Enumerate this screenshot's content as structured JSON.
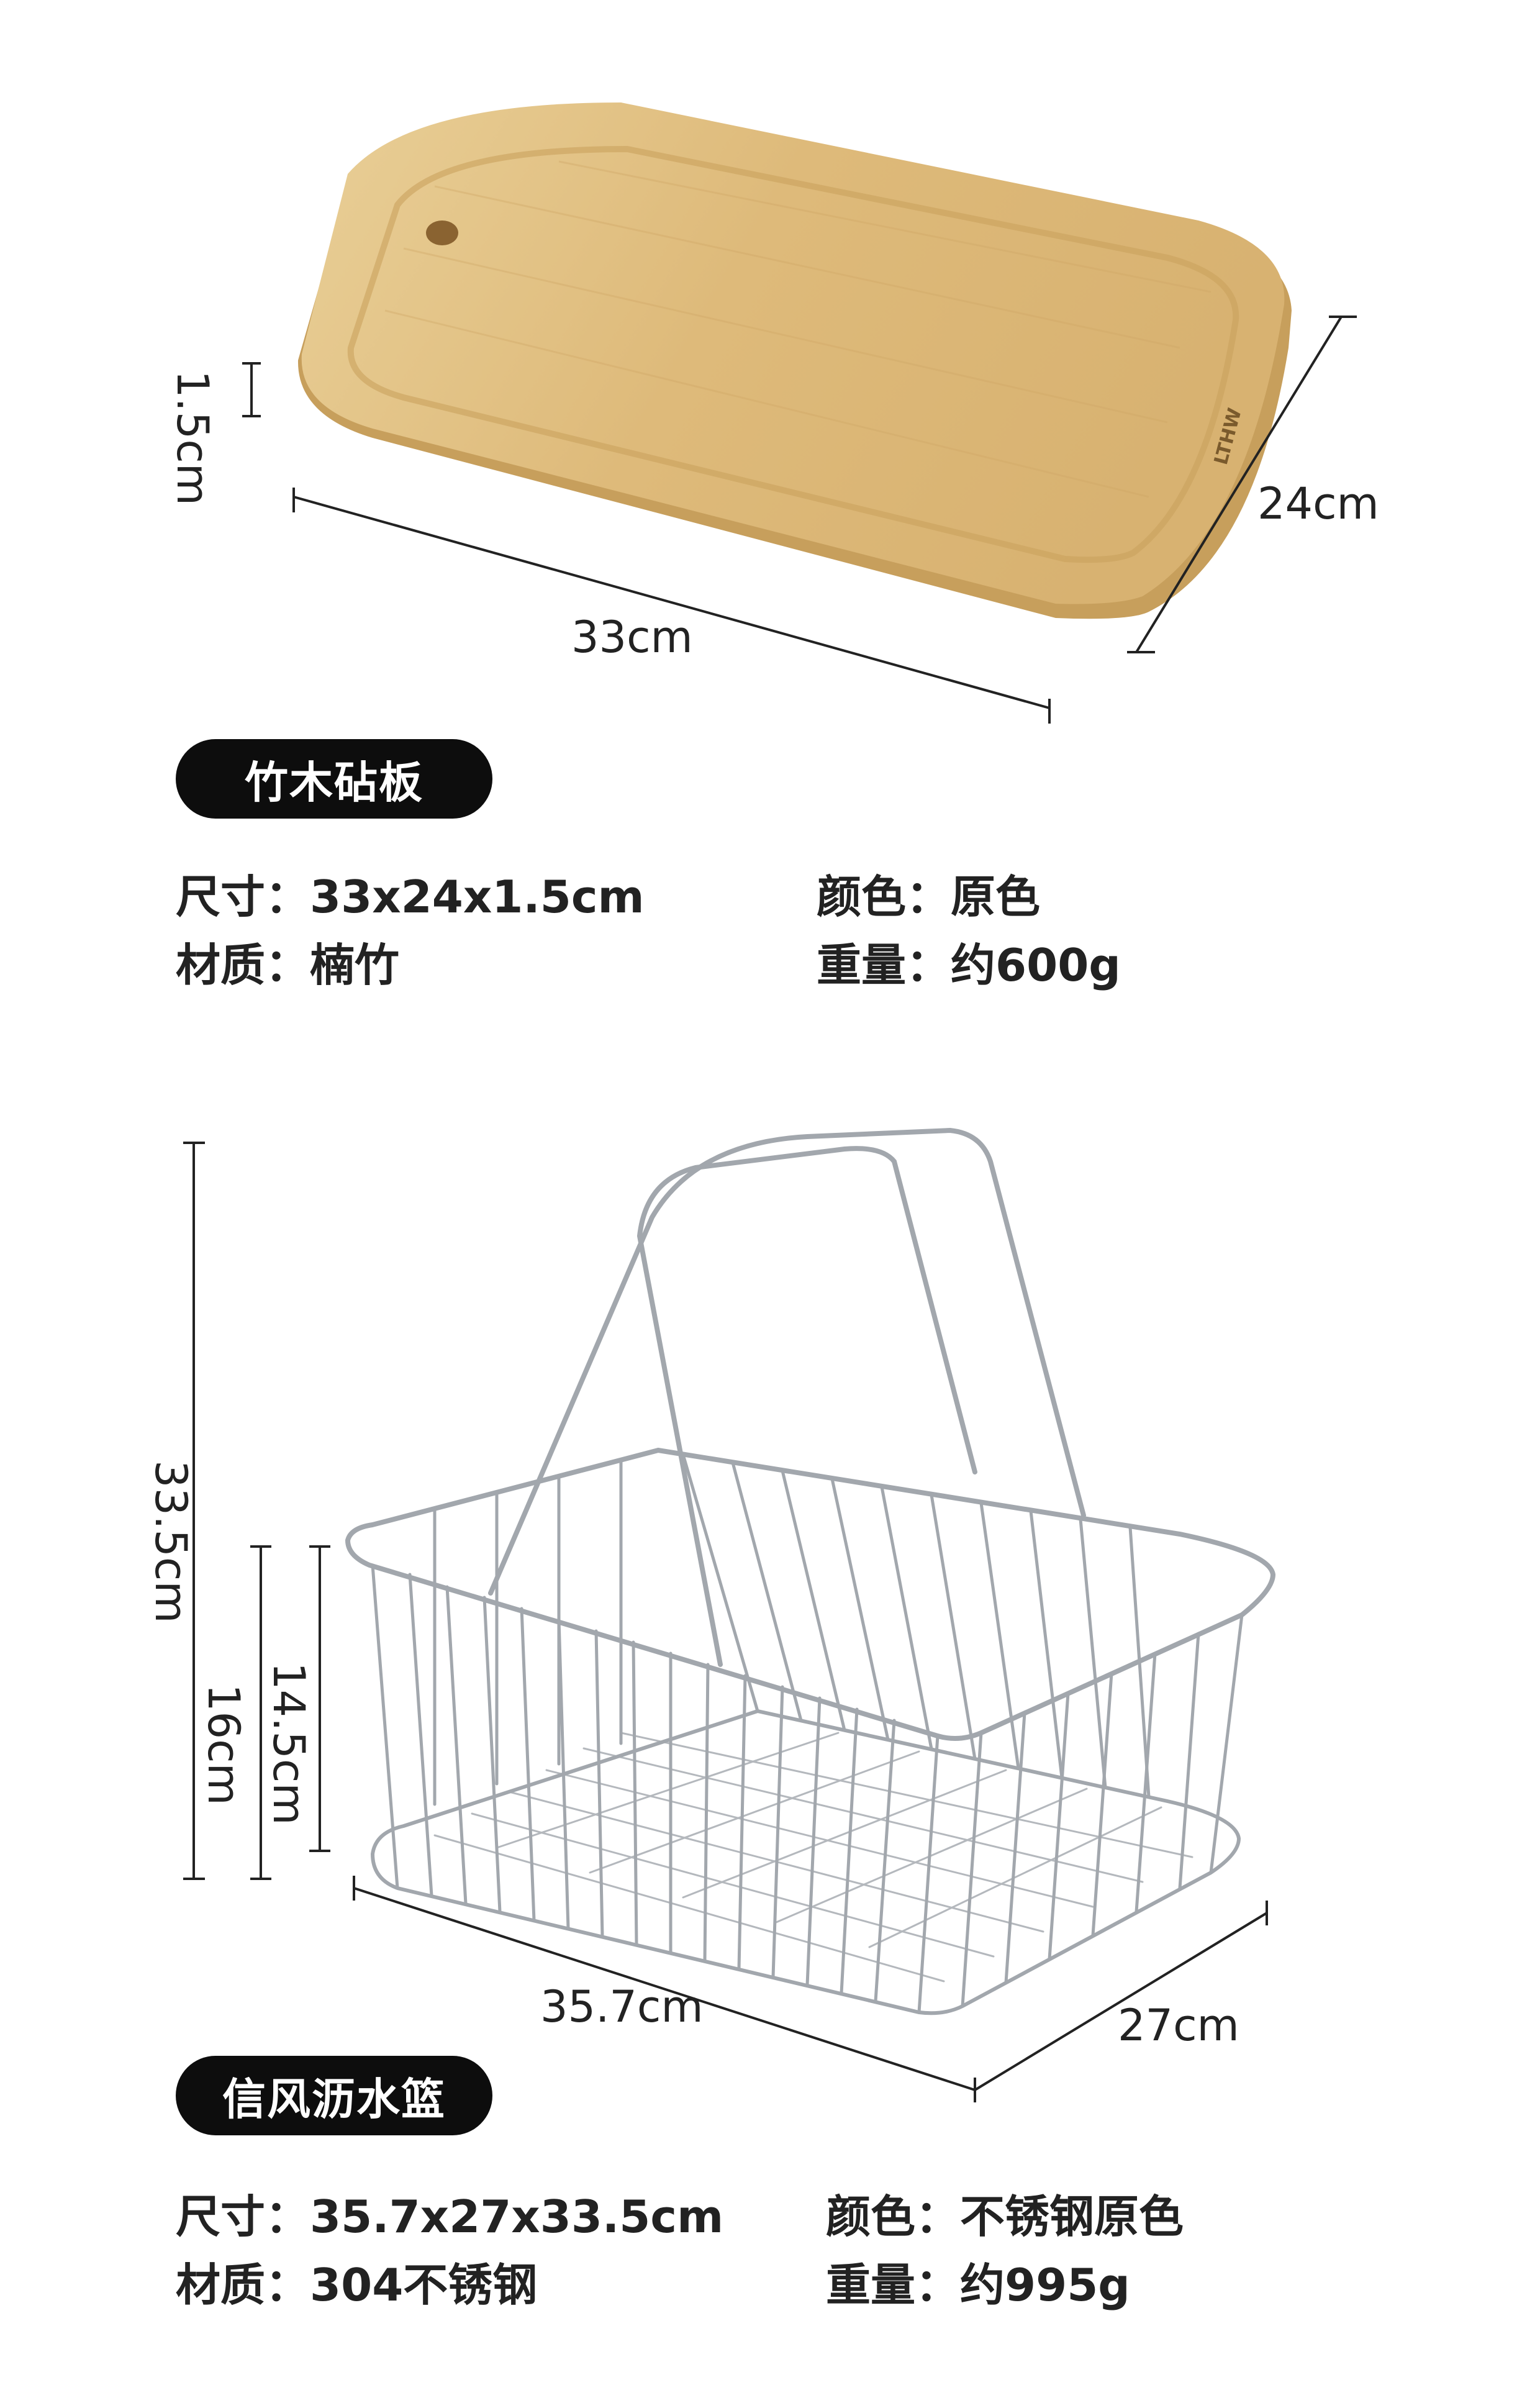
{
  "products": [
    {
      "name": "竹木砧板",
      "dimensions": {
        "thickness": "1.5cm",
        "length": "33cm",
        "width": "24cm"
      },
      "specs": {
        "size_label": "尺寸：",
        "size_value": "33x24x1.5cm",
        "color_label": "颜色：",
        "color_value": "原色",
        "material_label": "材质：",
        "material_value": "楠竹",
        "weight_label": "重量：",
        "weight_value": "约600g"
      },
      "brand_mark": "LTHW",
      "colors": {
        "wood": "#e6c58a",
        "wood_edge": "#c9a15d"
      }
    },
    {
      "name": "信风沥水篮",
      "dimensions": {
        "total_height": "33.5cm",
        "height_16": "16cm",
        "height_14_5": "14.5cm",
        "length": "35.7cm",
        "width": "27cm"
      },
      "specs": {
        "size_label": "尺寸：",
        "size_value": "35.7x27x33.5cm",
        "color_label": "颜色：",
        "color_value": "不锈钢原色",
        "material_label": "材质：",
        "material_value": "304不锈钢",
        "weight_label": "重量：",
        "weight_value": "约995g"
      },
      "colors": {
        "wire": "#9a9fa5"
      }
    }
  ]
}
